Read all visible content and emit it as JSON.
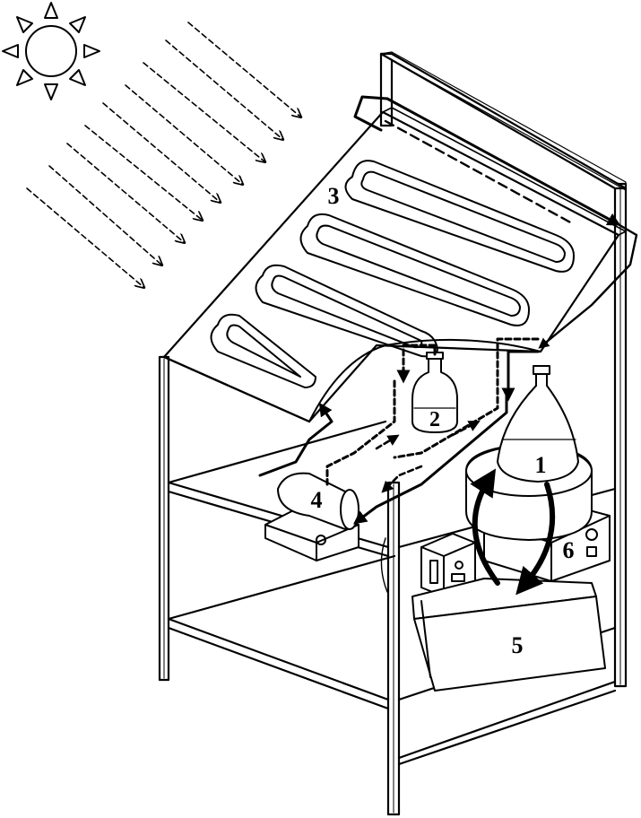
{
  "labels": {
    "vessel": "1",
    "flask": "2",
    "collector": "3",
    "pump": "4",
    "bath": "5",
    "stirrer": "6"
  },
  "colors": {
    "ink": "#000000",
    "background": "#ffffff",
    "panel_fill": "#ffffff"
  },
  "icons": [
    "sun-icon",
    "sun-rays-icon",
    "flow-arrow-icon"
  ]
}
